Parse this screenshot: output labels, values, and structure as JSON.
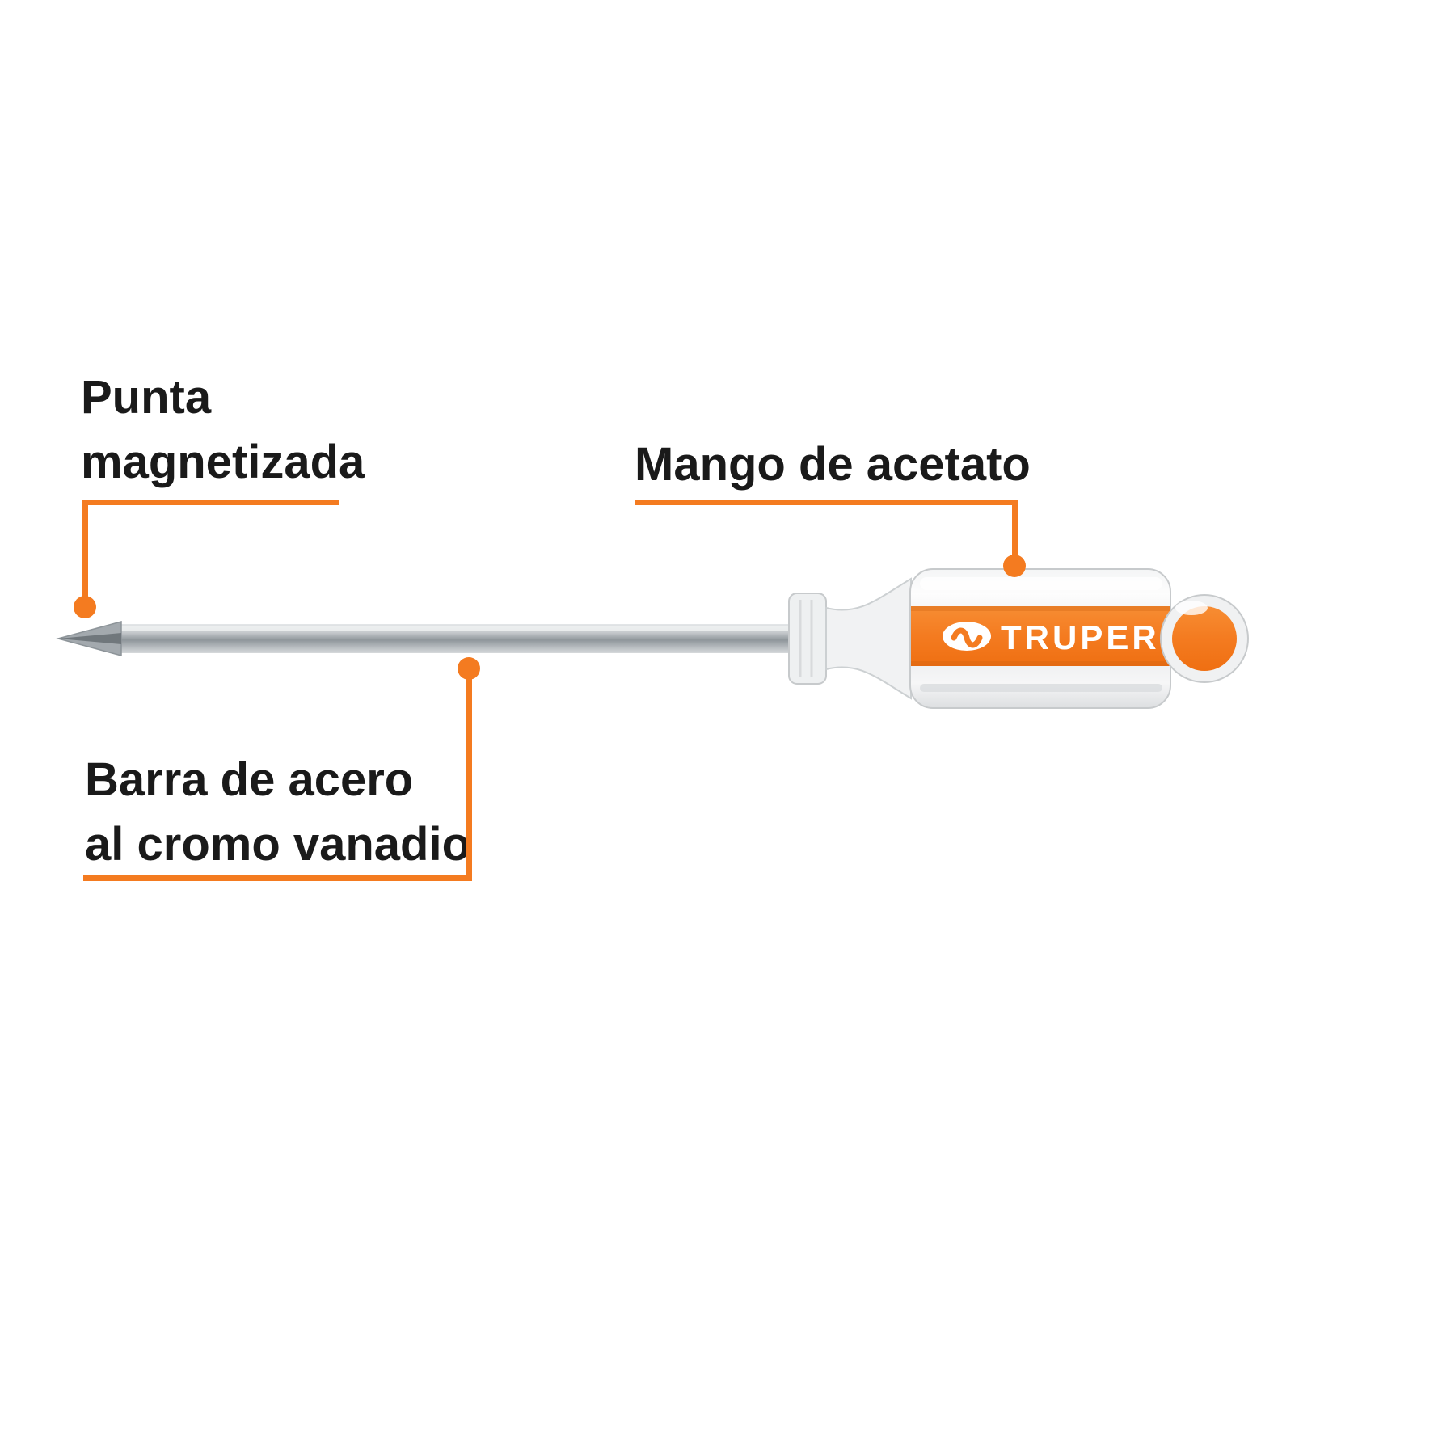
{
  "diagram": {
    "brand": "TRUPER",
    "labels": {
      "punta": {
        "line1": "Punta",
        "line2": "magnetizada"
      },
      "mango": {
        "text": "Mango de acetato"
      },
      "barra": {
        "line1": "Barra de acero",
        "line2": "al cromo vanadio"
      }
    },
    "colors": {
      "accent_orange": "#F47B20",
      "label_text": "#1A1A1A",
      "shaft_silver": "#9AA0A5",
      "handle_clear": "#F0F1F2",
      "logo_text": "#FFFFFF"
    }
  }
}
